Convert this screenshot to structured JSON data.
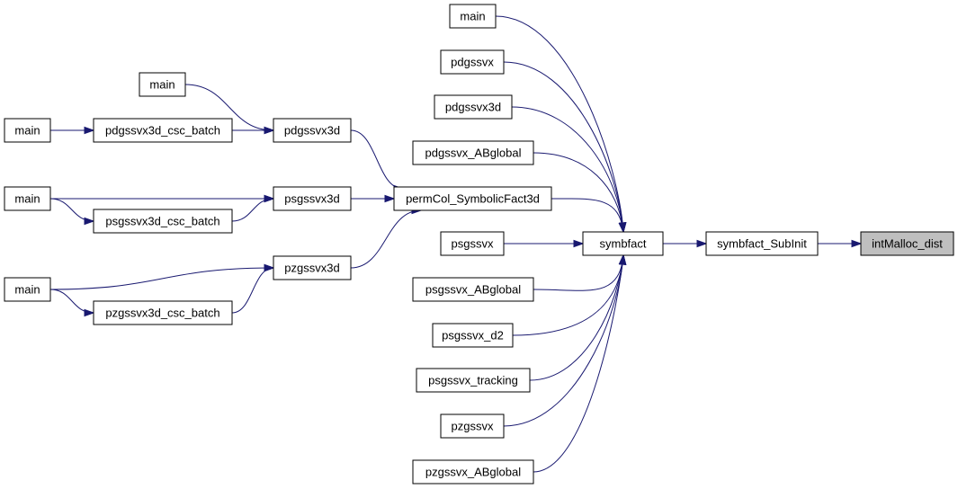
{
  "colors": {
    "edge": "#191970",
    "highlight": "#bfbfbf"
  },
  "nodes": [
    {
      "id": "intmalloc",
      "label": "intMalloc_dist",
      "highlight": true
    },
    {
      "id": "subinit",
      "label": "symbfact_SubInit"
    },
    {
      "id": "symbfact",
      "label": "symbfact"
    },
    {
      "id": "main1",
      "label": "main"
    },
    {
      "id": "pdgssvx",
      "label": "pdgssvx"
    },
    {
      "id": "pdgssvx3d_r",
      "label": "pdgssvx3d"
    },
    {
      "id": "pdgssvx_abg",
      "label": "pdgssvx_ABglobal"
    },
    {
      "id": "permcol",
      "label": "permCol_SymbolicFact3d"
    },
    {
      "id": "psgssvx",
      "label": "psgssvx"
    },
    {
      "id": "psgssvx_abg",
      "label": "psgssvx_ABglobal"
    },
    {
      "id": "psgssvx_d2",
      "label": "psgssvx_d2"
    },
    {
      "id": "psgssvx_tr",
      "label": "psgssvx_tracking"
    },
    {
      "id": "pzgssvx",
      "label": "pzgssvx"
    },
    {
      "id": "pzgssvx_abg",
      "label": "pzgssvx_ABglobal"
    },
    {
      "id": "pdgssvx3d_l",
      "label": "pdgssvx3d"
    },
    {
      "id": "psgssvx3d",
      "label": "psgssvx3d"
    },
    {
      "id": "pzgssvx3d",
      "label": "pzgssvx3d"
    },
    {
      "id": "main2",
      "label": "main"
    },
    {
      "id": "pdg_batch",
      "label": "pdgssvx3d_csc_batch"
    },
    {
      "id": "psg_batch",
      "label": "psgssvx3d_csc_batch"
    },
    {
      "id": "pzg_batch",
      "label": "pzgssvx3d_csc_batch"
    },
    {
      "id": "main3",
      "label": "main"
    },
    {
      "id": "main4",
      "label": "main"
    },
    {
      "id": "main5",
      "label": "main"
    }
  ],
  "edges": [
    {
      "from": "subinit",
      "to": "intmalloc"
    },
    {
      "from": "symbfact",
      "to": "subinit"
    },
    {
      "from": "main1",
      "to": "symbfact"
    },
    {
      "from": "pdgssvx",
      "to": "symbfact"
    },
    {
      "from": "pdgssvx3d_r",
      "to": "symbfact"
    },
    {
      "from": "pdgssvx_abg",
      "to": "symbfact"
    },
    {
      "from": "permcol",
      "to": "symbfact"
    },
    {
      "from": "psgssvx",
      "to": "symbfact"
    },
    {
      "from": "psgssvx_abg",
      "to": "symbfact"
    },
    {
      "from": "psgssvx_d2",
      "to": "symbfact"
    },
    {
      "from": "psgssvx_tr",
      "to": "symbfact"
    },
    {
      "from": "pzgssvx",
      "to": "symbfact"
    },
    {
      "from": "pzgssvx_abg",
      "to": "symbfact"
    },
    {
      "from": "pdgssvx3d_l",
      "to": "permcol"
    },
    {
      "from": "psgssvx3d",
      "to": "permcol"
    },
    {
      "from": "pzgssvx3d",
      "to": "permcol"
    },
    {
      "from": "main2",
      "to": "pdgssvx3d_l"
    },
    {
      "from": "pdg_batch",
      "to": "pdgssvx3d_l"
    },
    {
      "from": "main3",
      "to": "pdg_batch"
    },
    {
      "from": "main4",
      "to": "psgssvx3d"
    },
    {
      "from": "psg_batch",
      "to": "psgssvx3d"
    },
    {
      "from": "main4",
      "to": "psg_batch"
    },
    {
      "from": "main5",
      "to": "pzgssvx3d"
    },
    {
      "from": "pzg_batch",
      "to": "pzgssvx3d"
    },
    {
      "from": "main5",
      "to": "pzg_batch"
    }
  ]
}
